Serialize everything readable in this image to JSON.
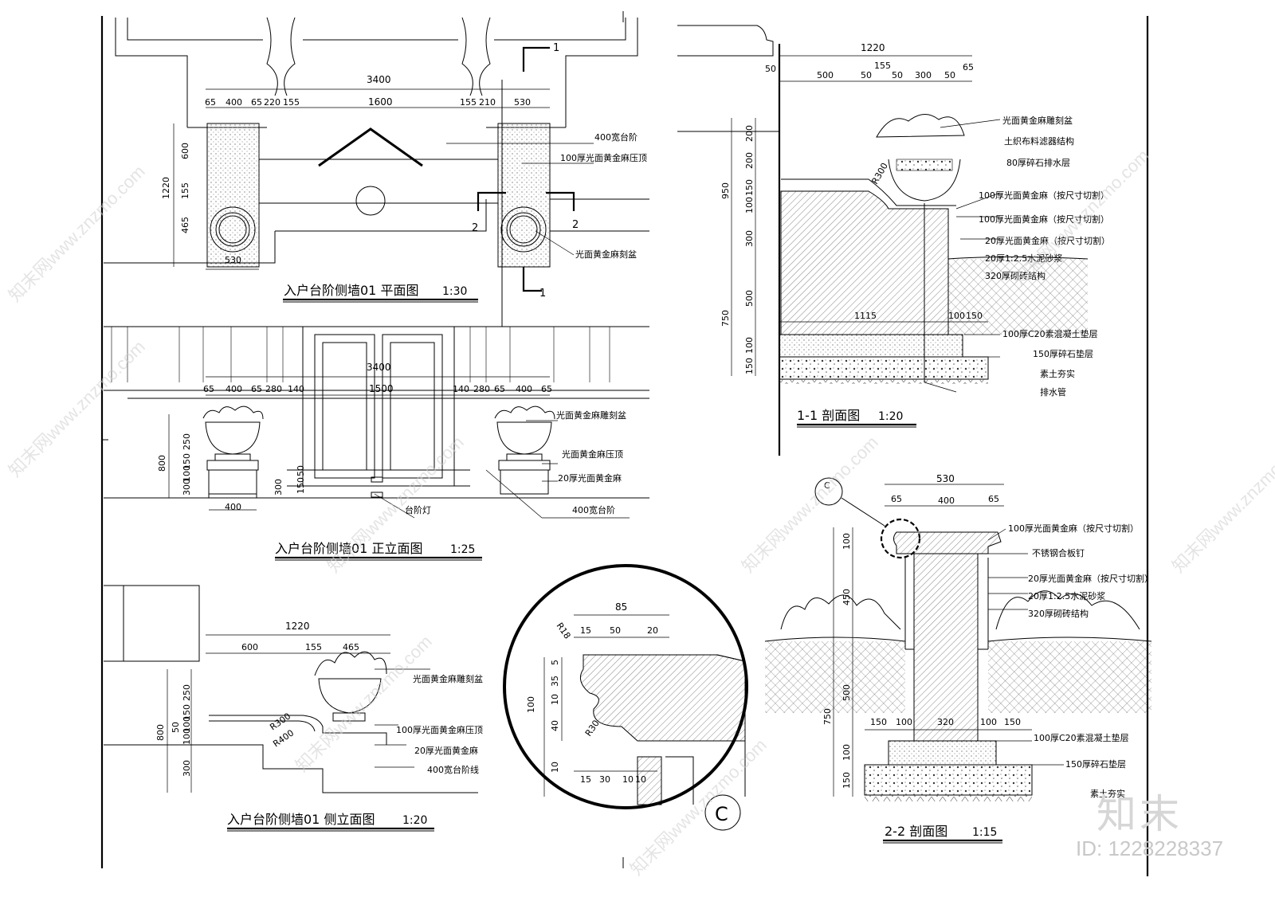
{
  "drawings": {
    "plan": {
      "title": "入户台阶侧墙01 平面图",
      "scale": "1:30"
    },
    "front": {
      "title": "入户台阶侧墙01 正立面图",
      "scale": "1:25"
    },
    "side": {
      "title": "入户台阶侧墙01 侧立面图",
      "scale": "1:20"
    },
    "sec11": {
      "title": "1-1 剖面图",
      "scale": "1:20"
    },
    "sec22": {
      "title": "2-2 剖面图",
      "scale": "1:15"
    },
    "detail_c": {
      "label": "C"
    }
  },
  "plan": {
    "dims_top": [
      "3400"
    ],
    "dims_row": [
      "65",
      "400",
      "65",
      "220",
      "155",
      "1600",
      "155",
      "210",
      "530"
    ],
    "dims_left": [
      "1220",
      "600",
      "155",
      "465"
    ],
    "dim_bottom": "530",
    "section_marks": [
      "1",
      "1",
      "2",
      "2"
    ],
    "notes": [
      "400宽台阶",
      "100厚光面黄金麻压顶",
      "光面黄金麻刻盆"
    ]
  },
  "front": {
    "dims_top": [
      "3400"
    ],
    "dims_row": [
      "65",
      "400",
      "65",
      "280",
      "140",
      "1500",
      "140",
      "280",
      "65",
      "400",
      "65"
    ],
    "dims_left": [
      "800",
      "250",
      "150",
      "100",
      "300"
    ],
    "dims_mid": [
      "300",
      "150",
      "50"
    ],
    "dim_bottom": "400",
    "notes": [
      "光面黄金麻雕刻盆",
      "光面黄金麻压顶",
      "20厚光面黄金麻",
      "台阶灯",
      "400宽台阶"
    ]
  },
  "side": {
    "dims_top": [
      "1220"
    ],
    "dims_row": [
      "600",
      "155",
      "465"
    ],
    "dims_left": [
      "800",
      "250",
      "150",
      "100",
      "50",
      "100",
      "300"
    ],
    "radii": [
      "R300",
      "R400"
    ],
    "notes": [
      "光面黄金麻雕刻盆",
      "100厚光面黄金麻压顶",
      "20厚光面黄金麻",
      "400宽台阶线"
    ]
  },
  "sec11": {
    "dims_top": [
      "1220"
    ],
    "dims_row": [
      "50",
      "500",
      "50",
      "155",
      "50",
      "300",
      "50",
      "65"
    ],
    "dims_left": [
      "950",
      "200",
      "200",
      "150",
      "100",
      "300",
      "500",
      "750",
      "100",
      "150"
    ],
    "dims_base": [
      "1115",
      "100",
      "150"
    ],
    "radius": "R300",
    "notes": [
      "光面黄金麻雕刻盆",
      "土织布料滤器结构",
      "80厚碎石排水层",
      "100厚光面黄金麻（按尺寸切割）",
      "100厚光面黄金麻（按尺寸切割）",
      "20厚光面黄金麻（按尺寸切割）",
      "20厚1:2.5水泥砂浆",
      "320厚砌砖结构",
      "100厚C20素混凝土垫层",
      "150厚碎石垫层",
      "素土夯实",
      "排水管"
    ]
  },
  "sec22": {
    "dims_top": [
      "530"
    ],
    "dims_row": [
      "65",
      "400",
      "65"
    ],
    "dims_left": [
      "100",
      "450",
      "500",
      "750",
      "100",
      "150"
    ],
    "dims_base": [
      "150",
      "100",
      "320",
      "100",
      "150"
    ],
    "detail_ref": "C",
    "notes": [
      "100厚光面黄金麻（按尺寸切割）",
      "不锈钢合板钉",
      "20厚光面黄金麻（按尺寸切割）",
      "20厚1:2.5水泥砂浆",
      "320厚砌砖结构",
      "100厚C20素混凝土垫层",
      "150厚碎石垫层",
      "素土夯实"
    ]
  },
  "detail_c": {
    "dims_top": [
      "85"
    ],
    "dims_row": [
      "15",
      "50",
      "20"
    ],
    "dims_left": [
      "100",
      "5",
      "35",
      "10",
      "40",
      "10"
    ],
    "dims_bottom": [
      "15",
      "30",
      "10",
      "10"
    ],
    "radii": [
      "R18",
      "R30"
    ]
  },
  "branding": {
    "logo_text": "知末",
    "id_text": "ID: 1228228337",
    "watermark": "知末网www.znzmo.com"
  }
}
